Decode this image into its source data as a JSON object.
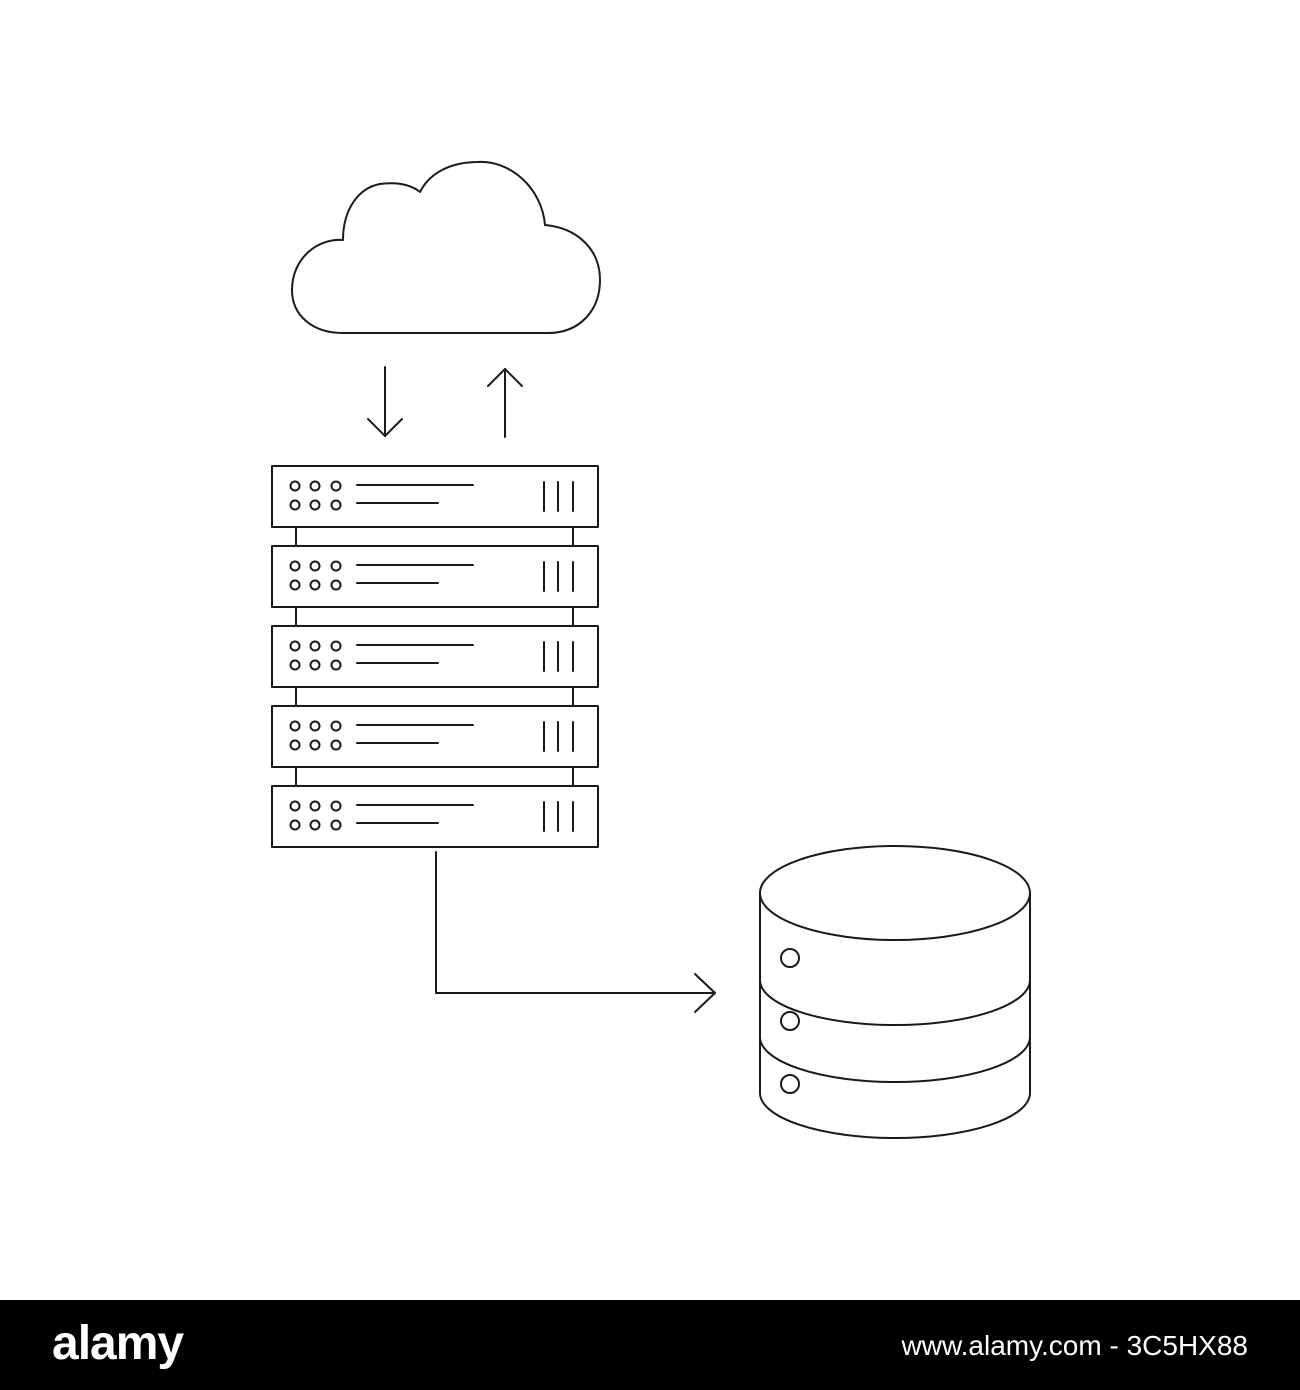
{
  "diagram": {
    "nodes": [
      {
        "id": "cloud",
        "icon": "cloud-icon"
      },
      {
        "id": "server-rack",
        "icon": "server-rack-icon",
        "units": 5
      },
      {
        "id": "database",
        "icon": "database-icon",
        "disks": 3
      }
    ],
    "edges": [
      {
        "from": "server-rack",
        "to": "cloud",
        "direction": "up"
      },
      {
        "from": "cloud",
        "to": "server-rack",
        "direction": "down"
      },
      {
        "from": "server-rack",
        "to": "database",
        "direction": "right"
      }
    ],
    "line_color": "#1a1a1a",
    "background_color": "#ffffff"
  },
  "footer": {
    "logo_text": "alamy",
    "image_id": "www.alamy.com - 3C5HX88",
    "background_color": "#000000"
  }
}
